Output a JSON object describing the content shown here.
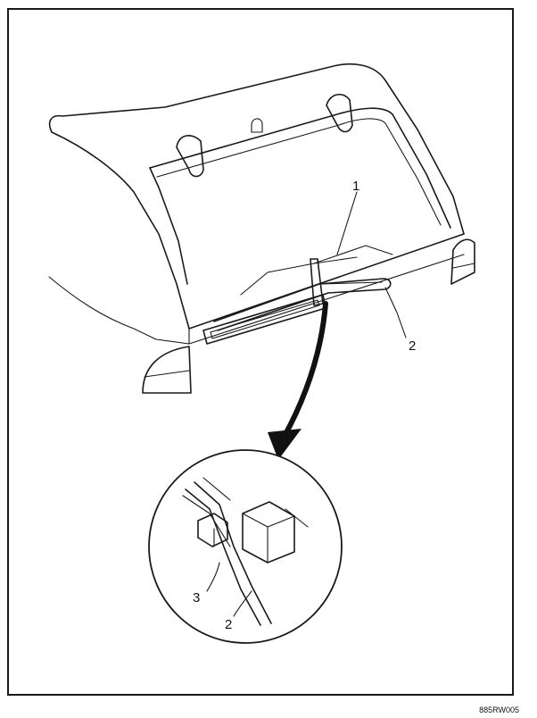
{
  "callouts": {
    "part_1": "1",
    "part_2_main": "2",
    "part_3_detail": "3",
    "part_2_detail": "2"
  },
  "figure_code": "885RW005",
  "colors": {
    "line": "#1a1a1a",
    "background": "#ffffff"
  }
}
